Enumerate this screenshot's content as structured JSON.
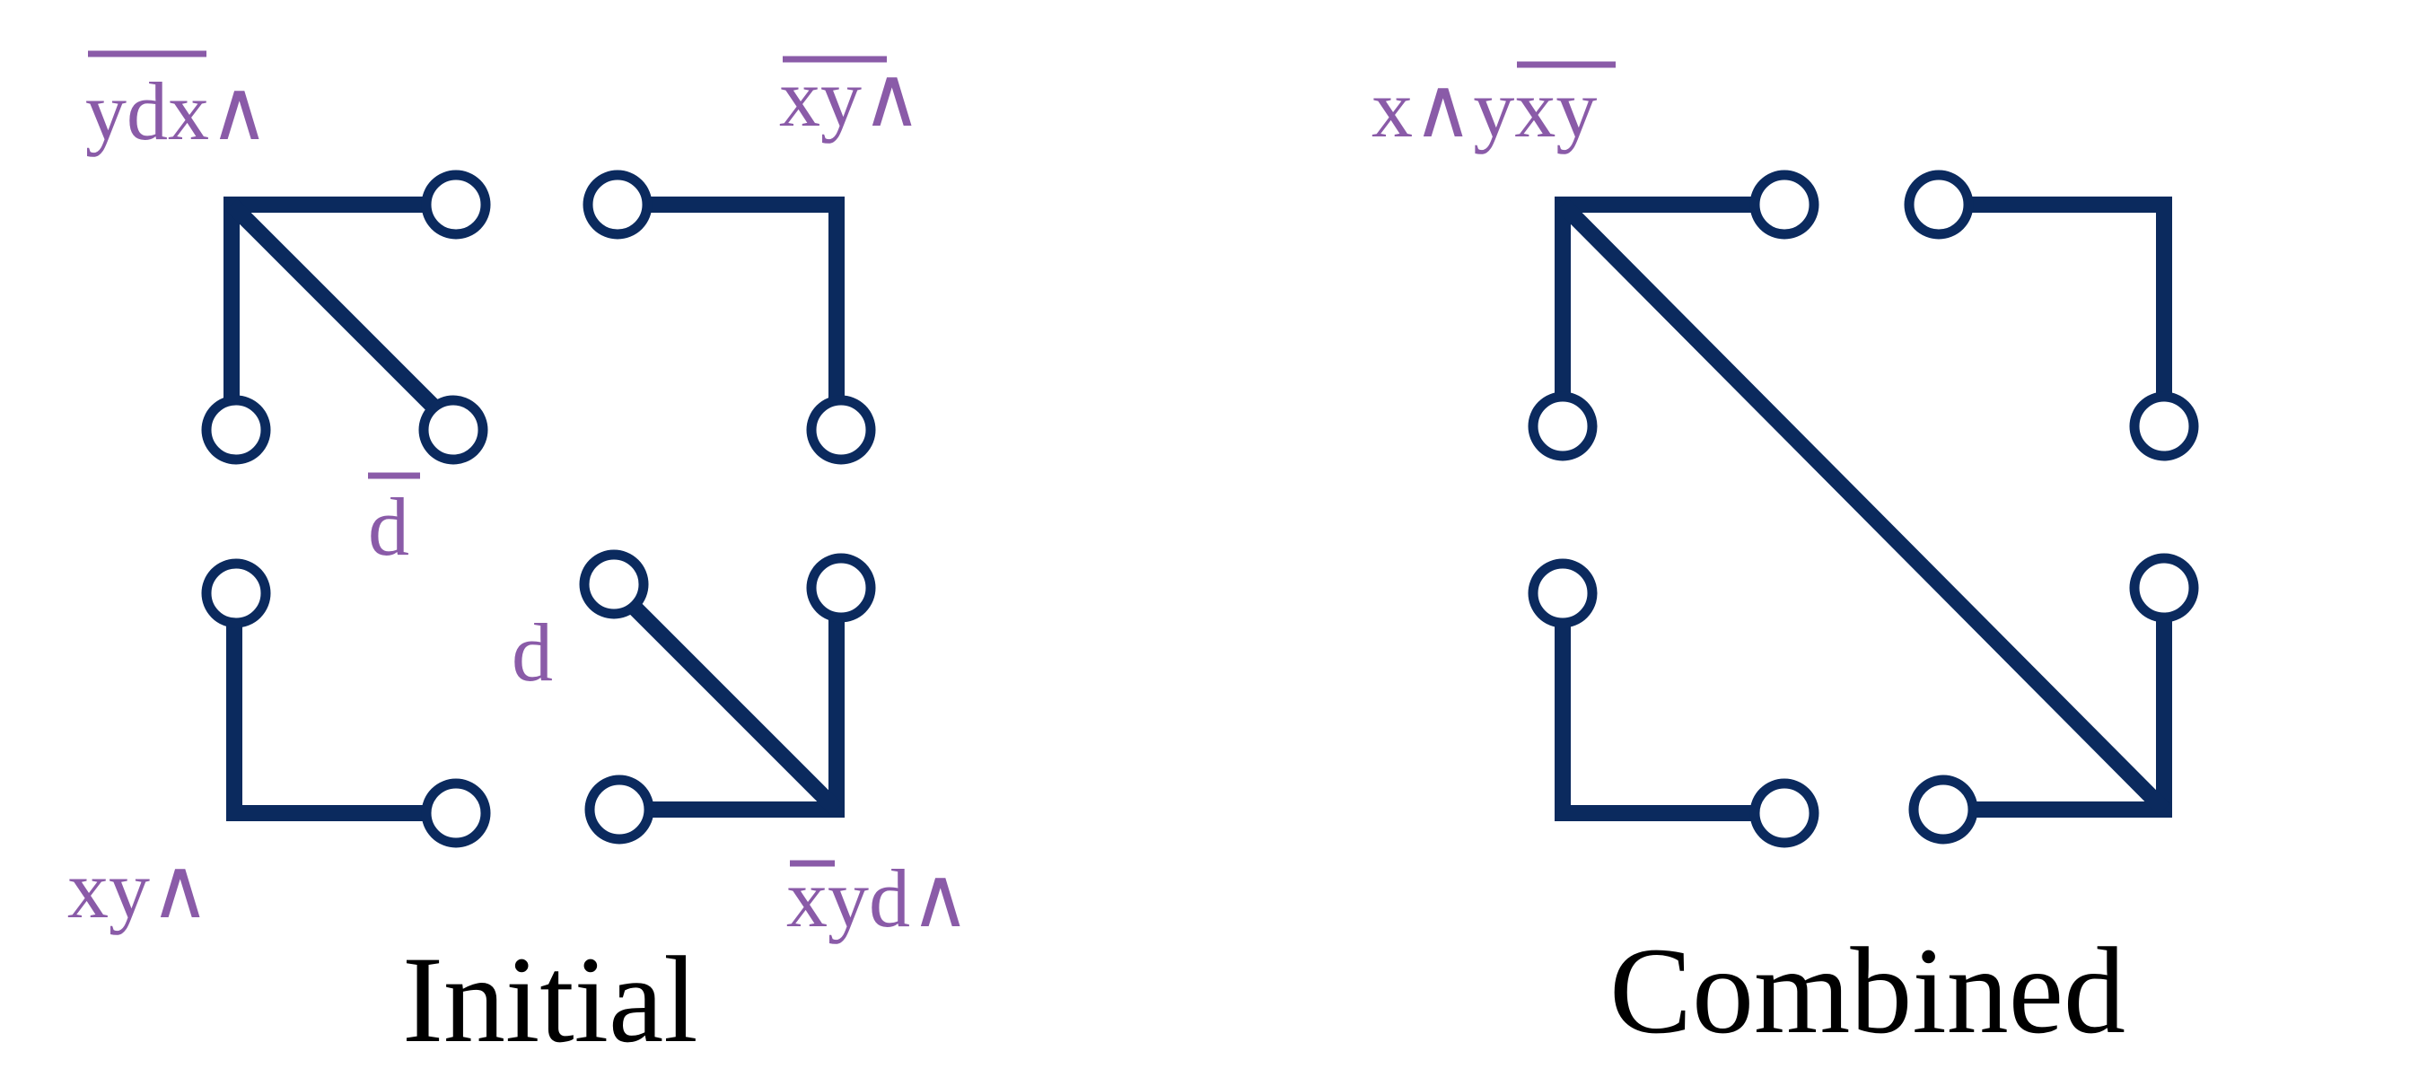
{
  "colors": {
    "wire": "#0b2a5e",
    "label": "#8a5ba8",
    "caption": "#000000"
  },
  "captions": {
    "initial": "Initial",
    "combined": "Combined"
  },
  "labels": {
    "top_left": {
      "over": "yd",
      "rest": "x∧"
    },
    "top_right": {
      "over": "xy",
      "rest": "∧"
    },
    "d_bar": {
      "over": "d",
      "rest": ""
    },
    "d_plain": "d",
    "bottom_left": "xy∧",
    "bottom_right": {
      "over": "x",
      "rest": "yd∧"
    },
    "combined_top": {
      "pre": "x∧",
      "over": "yx",
      "post": "y"
    }
  }
}
